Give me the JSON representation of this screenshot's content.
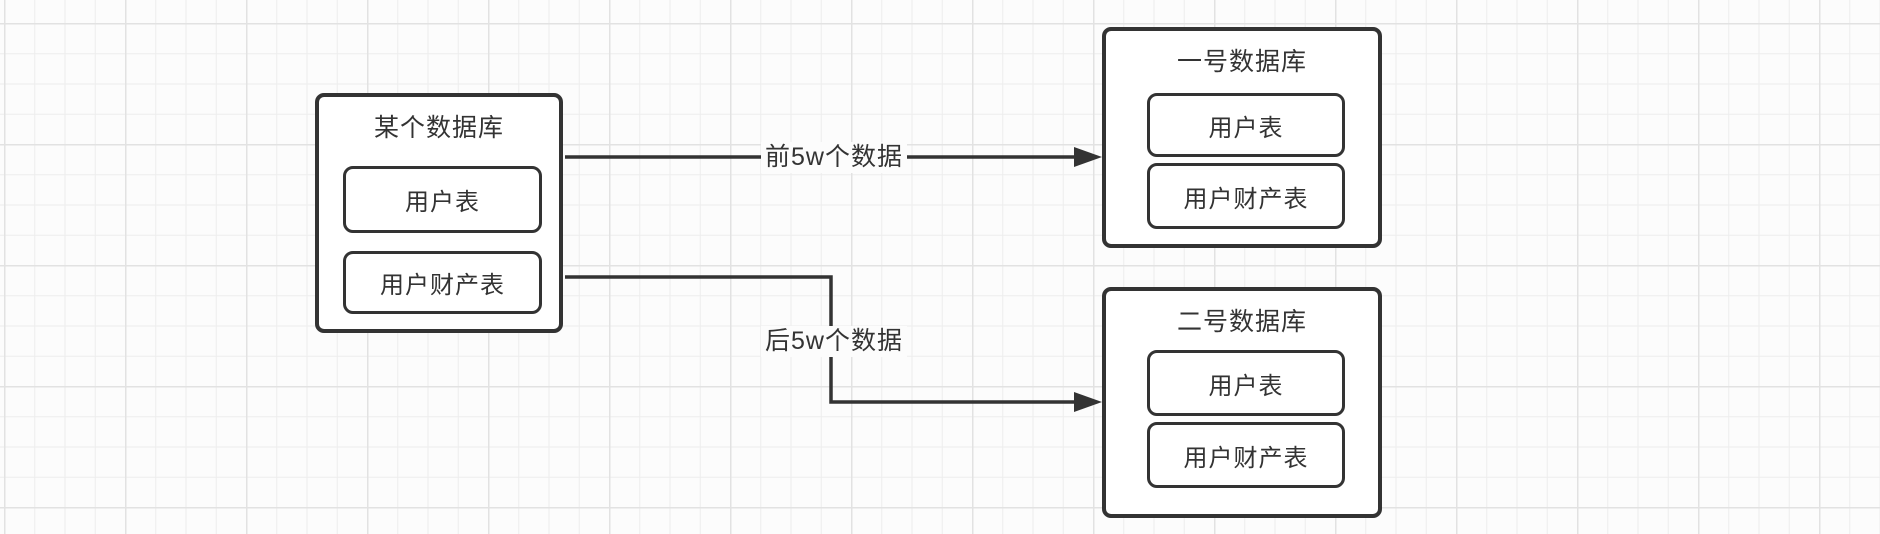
{
  "nodes": {
    "source": {
      "title": "某个数据库",
      "tables": [
        "用户表",
        "用户财产表"
      ]
    },
    "db1": {
      "title": "一号数据库",
      "tables": [
        "用户表",
        "用户财产表"
      ]
    },
    "db2": {
      "title": "二号数据库",
      "tables": [
        "用户表",
        "用户财产表"
      ]
    }
  },
  "edges": [
    {
      "from": "某个数据库",
      "to": "一号数据库",
      "label": "前5w个数据"
    },
    {
      "from": "某个数据库",
      "to": "二号数据库",
      "label": "后5w个数据"
    }
  ],
  "colors": {
    "stroke": "#333333",
    "text": "#333333",
    "node_fill": "#ffffff",
    "canvas_bg": "#fcfcfc",
    "grid_minor": "#ededed",
    "grid_major": "#e2e2e2",
    "label_bg": "#fcfcfc"
  }
}
